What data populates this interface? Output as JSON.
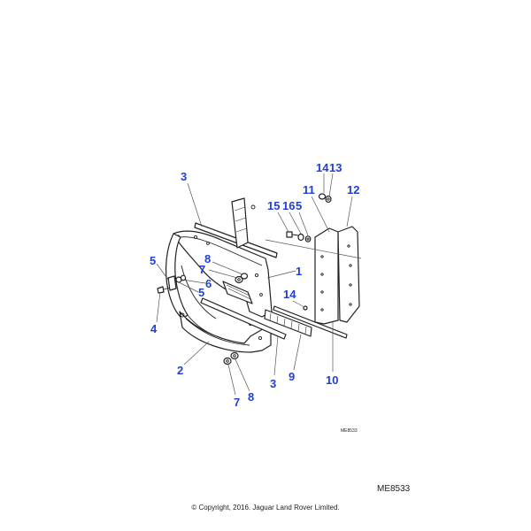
{
  "diagram": {
    "drawing_code_small": "ME8533",
    "drawing_code": "ME8533",
    "copyright": "© Copyright, 2016. Jaguar Land Rover Limited.",
    "callouts": {
      "c1": "1",
      "c2": "2",
      "c3a": "3",
      "c3b": "3",
      "c4": "4",
      "c5a": "5",
      "c5b": "5",
      "c6": "6",
      "c7a": "7",
      "c7b": "7",
      "c8a": "8",
      "c8b": "8",
      "c9": "9",
      "c10": "10",
      "c11": "11",
      "c12": "12",
      "c13": "13",
      "c14a": "14",
      "c14b": "14",
      "c15": "15",
      "c16": "16",
      "c5c": "5"
    }
  }
}
